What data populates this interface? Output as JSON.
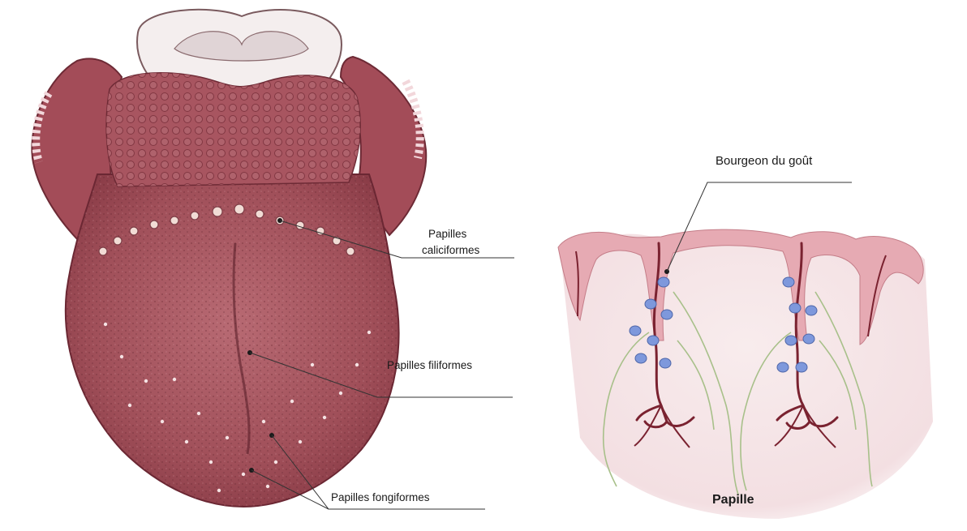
{
  "labels": {
    "papilles_caliciformes_line1": "Papilles",
    "papilles_caliciformes_line2": "caliciformes",
    "papilles_filiformes": "Papilles filiformes",
    "papilles_fongiformes": "Papilles fongiformes",
    "bourgeon_du_gout": "Bourgeon du goût",
    "papille": "Papille"
  },
  "colors": {
    "tongue": "#a9525c",
    "tongue_dark": "#8c3a45",
    "tongue_light": "#c87882",
    "mucosa_pink": "#e9b9c0",
    "tissue_light": "#f6e6e8",
    "vessel": "#7a2230",
    "taste_bud": "#6e8bd6",
    "nerve": "#a8c08a"
  }
}
